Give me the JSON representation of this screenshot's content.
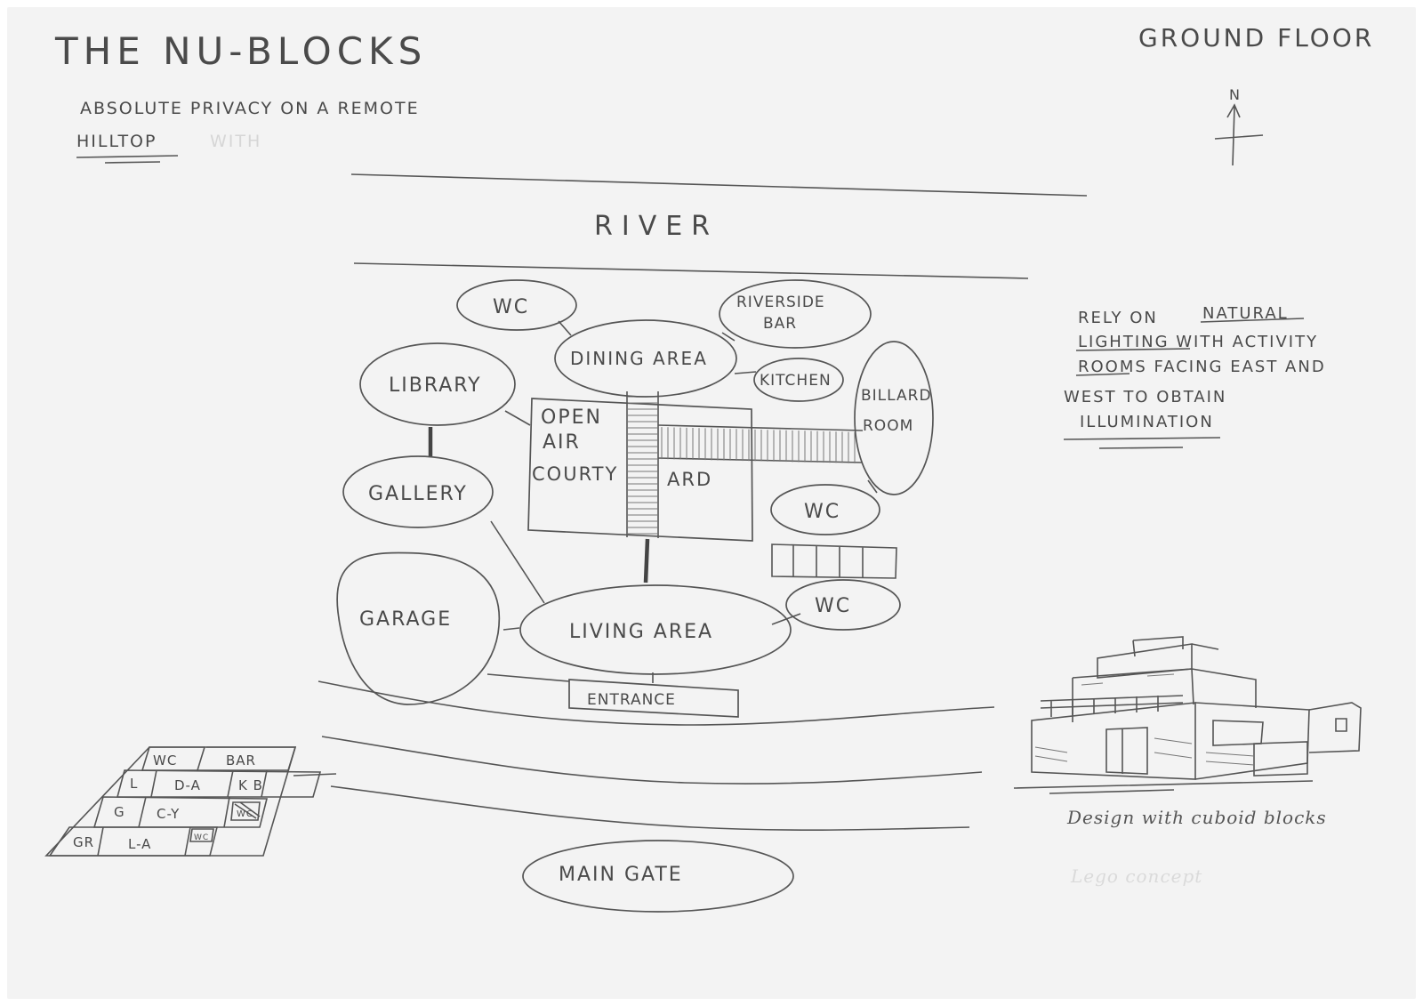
{
  "title": "THE NU-BLOCKS",
  "floor_label": "GROUND FLOOR",
  "subtitle_line1": "ABSOLUTE PRIVACY ON A REMOTE",
  "subtitle_line2_underlined": "HILLTOP",
  "subtitle_line2_faint": "WITH",
  "north_label": "N",
  "river_label": "RIVER",
  "rooms": {
    "wc_top": "WC",
    "riverside_bar_1": "RIVERSIDE",
    "riverside_bar_2": "BAR",
    "dining_area": "DINING AREA",
    "kitchen": "KITCHEN",
    "library": "LIBRARY",
    "billard_1": "BILLARD",
    "billard_2": "ROOM",
    "courtyard_1": "OPEN",
    "courtyard_2": "AIR",
    "courtyard_3": "COURTY",
    "courtyard_4": "ARD",
    "gallery": "GALLERY",
    "wc_right": "WC",
    "garage": "GARAGE",
    "living_area": "LIVING AREA",
    "wc_bottom": "WC",
    "entrance": "ENTRANCE",
    "main_gate": "MAIN GATE"
  },
  "note": {
    "line1_a": "RELY ON",
    "line1_b": "NATURAL",
    "line2": "LIGHTING WITH ACTIVITY",
    "line3": "ROOMS FACING EAST AND",
    "line4": "WEST TO OBTAIN",
    "line5": "ILLUMINATION"
  },
  "mini_plan": {
    "wc": "WC",
    "bar": "BAR",
    "l": "L",
    "da": "D-A",
    "kb": "K B",
    "g": "G",
    "cy": "C-Y",
    "wr": "WC",
    "gr": "GR",
    "la": "L-A",
    "wc2": "WC"
  },
  "caption": "Design with cuboid blocks",
  "caption_faint": "Lego concept"
}
